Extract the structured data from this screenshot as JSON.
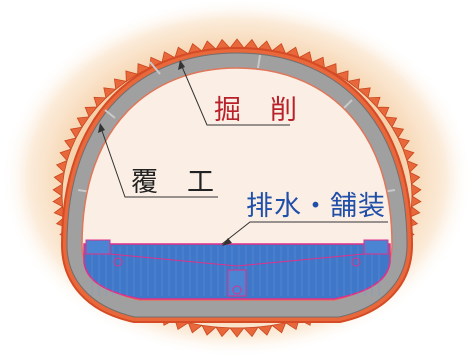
{
  "diagram": {
    "labels": {
      "excavation": "掘　削",
      "lining": "覆　工",
      "drainage_paving": "排水・舗装"
    },
    "colors": {
      "ground_glow": "#f3c79a",
      "excavation_line": "#e05a2f",
      "lining_fill": "#9a9a9a",
      "interior": "#fbefe6",
      "pavement": "#3f78c8",
      "pavement_outline": "#e0308a",
      "excavation_label": "#b8202a",
      "lining_label": "#222222",
      "drainage_label": "#1f4fa8"
    }
  }
}
